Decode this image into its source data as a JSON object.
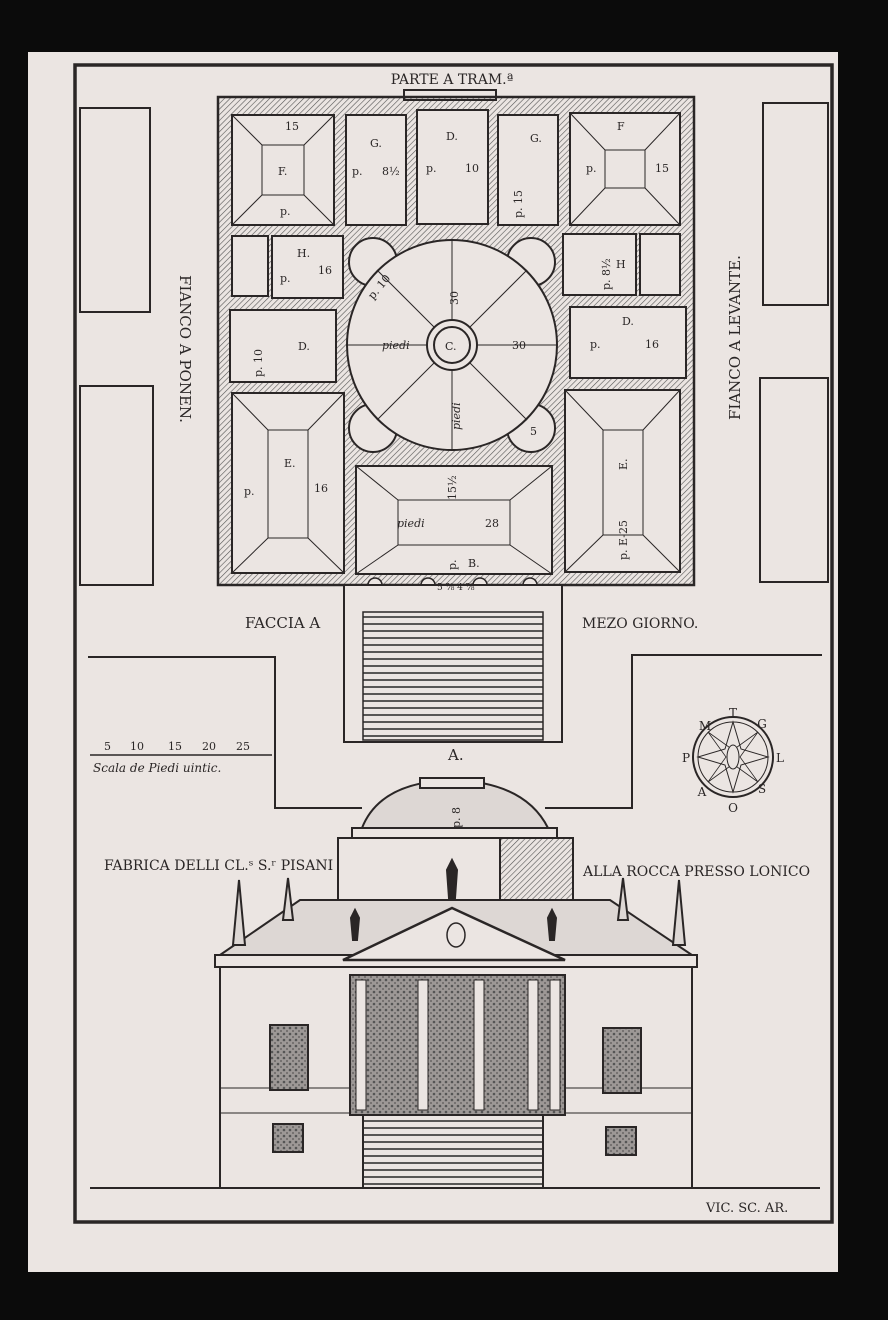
{
  "plan": {
    "top_label": "PARTE A TRAM.ª",
    "left_label": "FIANCO A PONEN.",
    "right_label": "FIANCO A LEVANTE.",
    "bottom_left_label": "FACCIA A",
    "bottom_right_label": "MEZO GIORNO.",
    "entrance_label": "A.",
    "rooms": {
      "f_left": "F.",
      "f_left_dim": "15",
      "f_left_p": "p.",
      "g_left": "G.",
      "g_left_p": "p.",
      "g_left_dim": "8½",
      "d_top": "D.",
      "d_top_p": "p.",
      "d_top_dim": "10",
      "g_right": "G.",
      "g_right_dim": "p. 15",
      "f_right": "F",
      "f_right_p": "p.",
      "f_right_dim": "15",
      "h_left": "H.",
      "h_left_p": "p.",
      "h_left_dim": "16",
      "h_right": "H",
      "h_right_dim": "p. 8½",
      "d_left": "D.",
      "d_left_dim": "p. 10",
      "d_right": "D.",
      "d_right_p": "p.",
      "d_right_dim": "16",
      "e_left": "E.",
      "e_left_p": "p.",
      "e_left_dim": "16",
      "e_right": "E.",
      "e_right_dim": "p. E-25",
      "b": "B.",
      "b_p": "p.",
      "b_piedi": "piedi",
      "b_dim": "28",
      "b_depth": "15½",
      "c": "C.",
      "c_piedi_h": "piedi",
      "c_piedi_v": "piedi",
      "c_dim_h": "30",
      "c_dim_v": "30",
      "c_niche": "p. 10",
      "c_niche2": "5",
      "portico_dims": "5 ⅞  4 ⅞"
    }
  },
  "scale_bar": {
    "ticks": [
      "5",
      "10",
      "15",
      "20",
      "25"
    ],
    "caption": "Scala de Piedi uintic."
  },
  "compass": {
    "letters": [
      "T",
      "G",
      "L",
      "S",
      "O",
      "A",
      "P",
      "M"
    ]
  },
  "elevation": {
    "title_left": "FABRICA DELLI CL.ˢ S.ʳ PISANI",
    "title_right": "ALLA ROCCA PRESSO LONICO",
    "dome_dim": "p. 8"
  },
  "signature": "VIC. SC. AR.",
  "colors": {
    "paper": "#ebe5e2",
    "ink": "#2a2626",
    "frame": "#0b0b0b"
  }
}
